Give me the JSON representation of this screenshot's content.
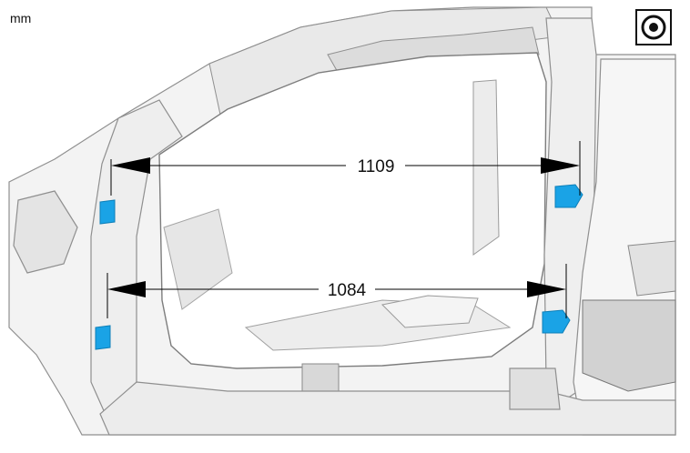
{
  "unit_label": "mm",
  "view_symbol": {
    "icon": "target-circle-icon"
  },
  "dimensions": {
    "upper": {
      "value": "1109"
    },
    "lower": {
      "value": "1084"
    }
  },
  "colors": {
    "body": "#f2f2f2",
    "outline": "#9a9a9a",
    "marker": "#1aa3e6",
    "marker_dark": "#0d7fb8",
    "arrow": "#000000"
  },
  "markers": [
    {
      "name": "a-pillar-upper-marker"
    },
    {
      "name": "a-pillar-lower-marker"
    },
    {
      "name": "b-pillar-upper-marker"
    },
    {
      "name": "b-pillar-lower-marker"
    }
  ]
}
